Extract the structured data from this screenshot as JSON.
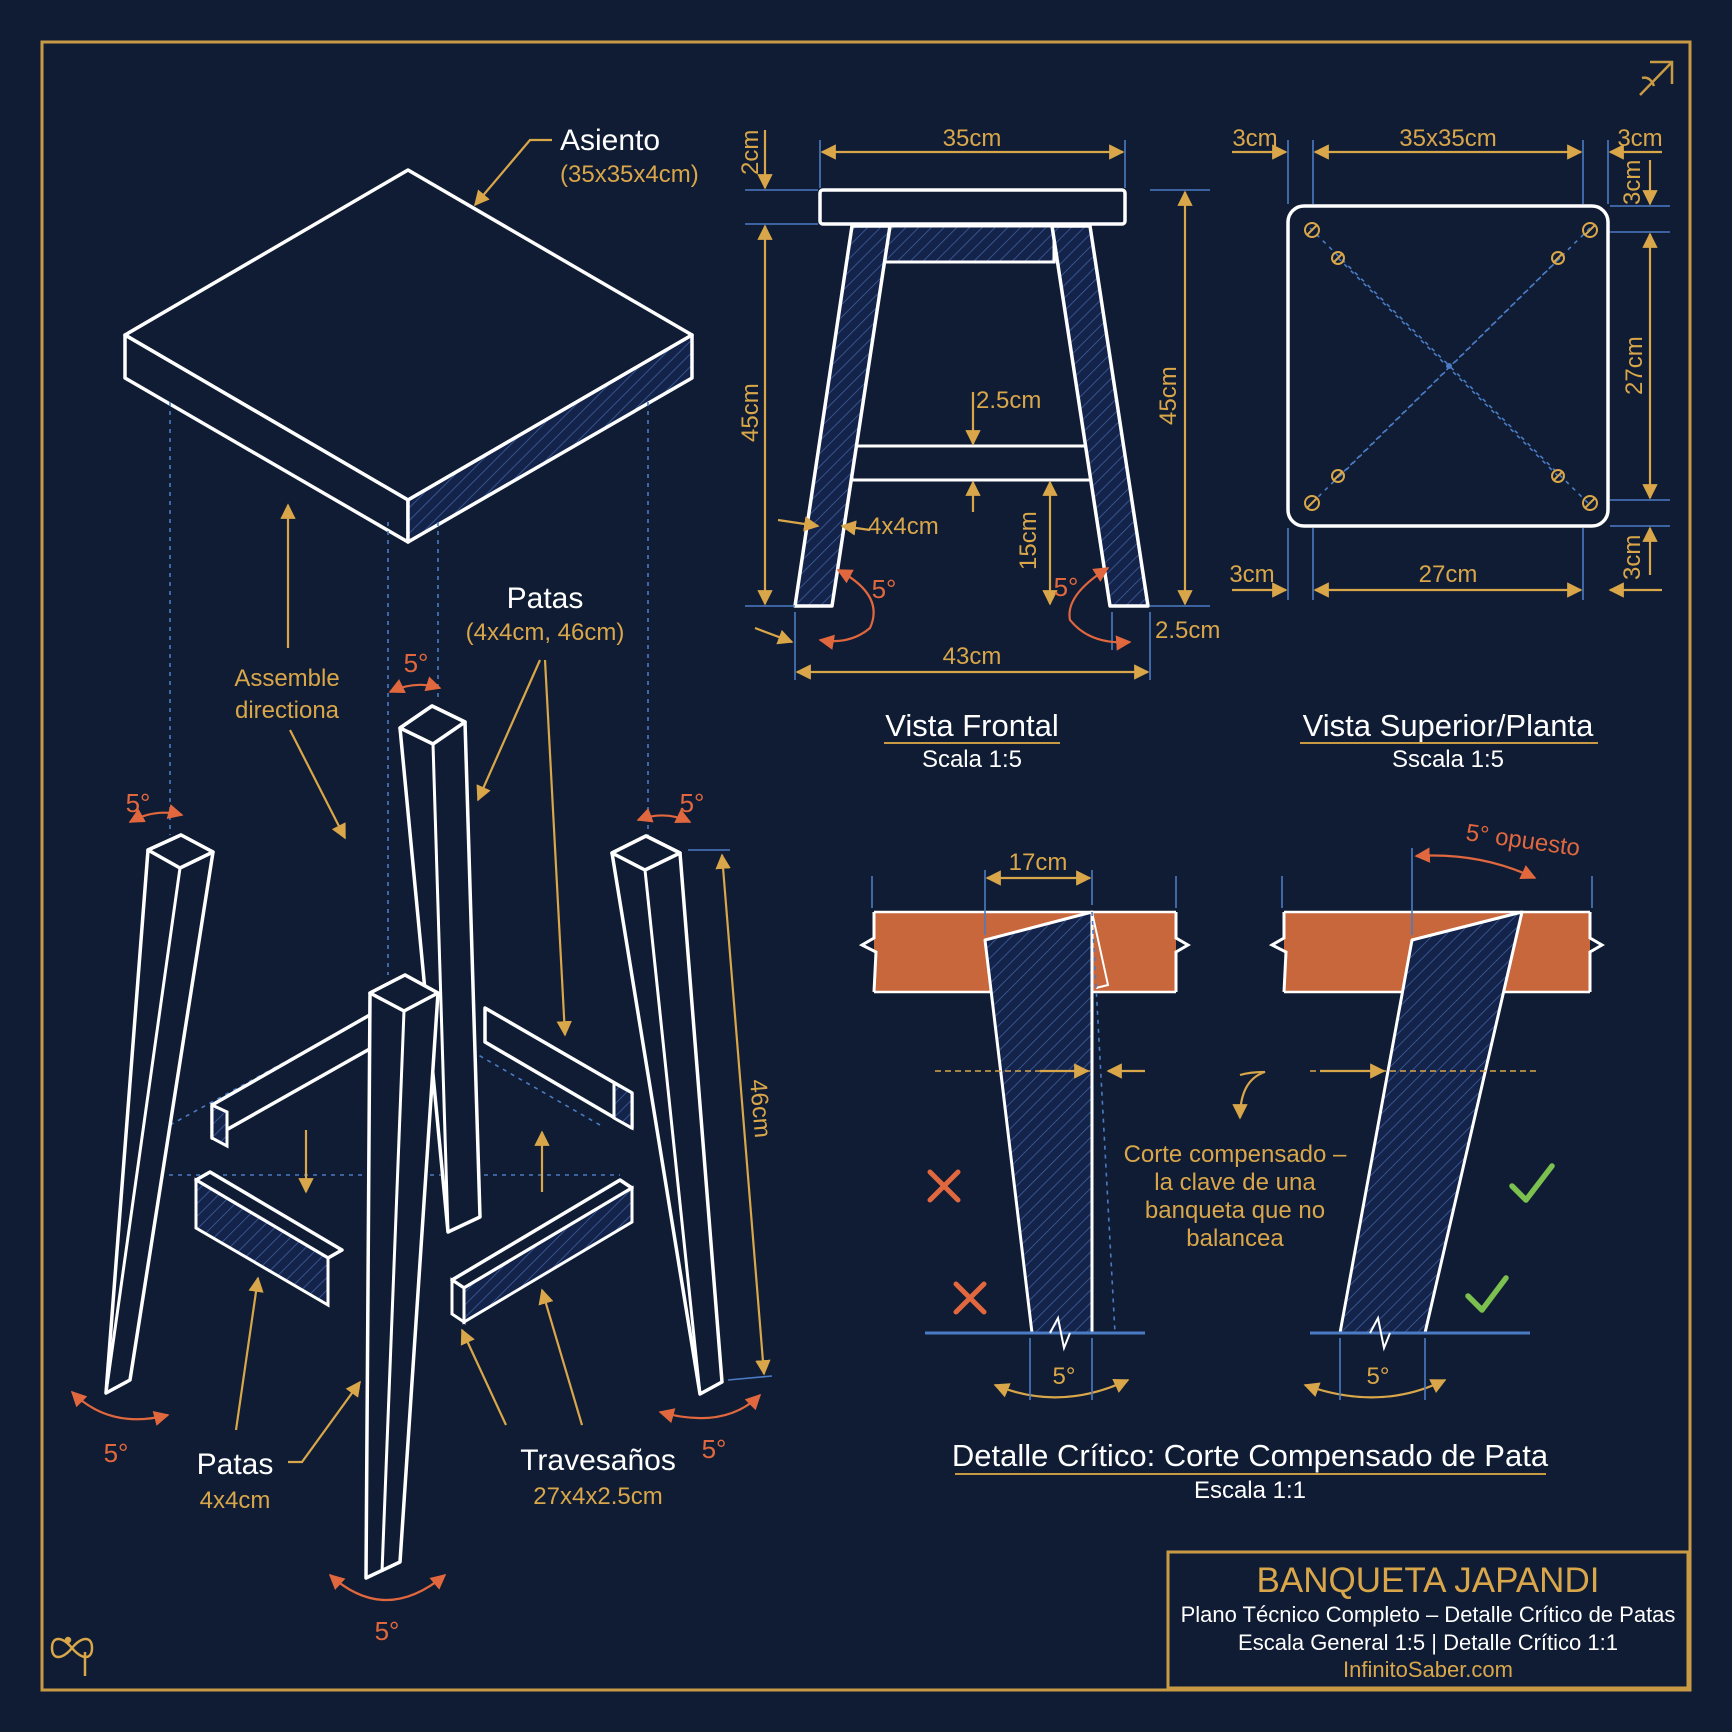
{
  "isometric": {
    "seat_label": "Asiento",
    "seat_size": "(35x35x4cm)",
    "assembly_line1": "Assemble",
    "assembly_line2": "directiona",
    "legs_top_label": "Patas",
    "legs_top_size": "(4x4cm, 46cm)",
    "legs_bottom_label": "Patas",
    "legs_bottom_size": "4x4cm",
    "rails_label": "Travesaños",
    "rails_size": "27x4x2.5cm",
    "leg_length": "46cm",
    "angle": "5°"
  },
  "front_view": {
    "title": "Vista Frontal",
    "scale": "Scala 1:5",
    "seat_width": "35cm",
    "seat_thickness": "2cm",
    "height_left": "45cm",
    "height_right": "45cm",
    "rail_thickness": "2.5cm",
    "leg_section": "4x4cm",
    "rail_height": "15cm",
    "angle": "5°",
    "foot_offset": "2.5cm",
    "base_width": "43cm"
  },
  "top_view": {
    "title": "Vista Superior/Planta",
    "scale": "Sscala 1:5",
    "top_left": "3cm",
    "top_size": "35x35cm",
    "top_right": "3cm",
    "right_top": "3cm",
    "right_middle": "27cm",
    "right_bottom": "3cm",
    "bottom_left": "3cm",
    "bottom_middle": "27cm"
  },
  "detail": {
    "title": "Detalle Crítico: Corte Compensado de Pata",
    "scale": "Escala 1:1",
    "width": "17cm",
    "opposite": "5° opuesto",
    "note_line1": "Corte compensado –",
    "note_line2": "la clave de una",
    "note_line3": "banqueta que no",
    "note_line4": "balancea",
    "angle_left": "5°",
    "angle_right": "5°"
  },
  "title_block": {
    "title": "BANQUETA JAPANDI",
    "line1": "Plano Técnico Completo – Detalle Crítico de Patas",
    "line2": "Escala General 1:5 | Detalle Crítico 1:1",
    "site": "InfinitoSaber.com"
  },
  "colors": {
    "background": "#0f1c33",
    "line": "#ffffff",
    "dimension": "#d9a64a",
    "construction": "#4b7bc4",
    "angle": "#e0673e",
    "wood": "#c8663c",
    "correct": "#7cc04f",
    "wrong": "#e0673e"
  },
  "icons": {
    "corner": "compass-arrow-icon",
    "logo": "infinity-logo-icon"
  }
}
